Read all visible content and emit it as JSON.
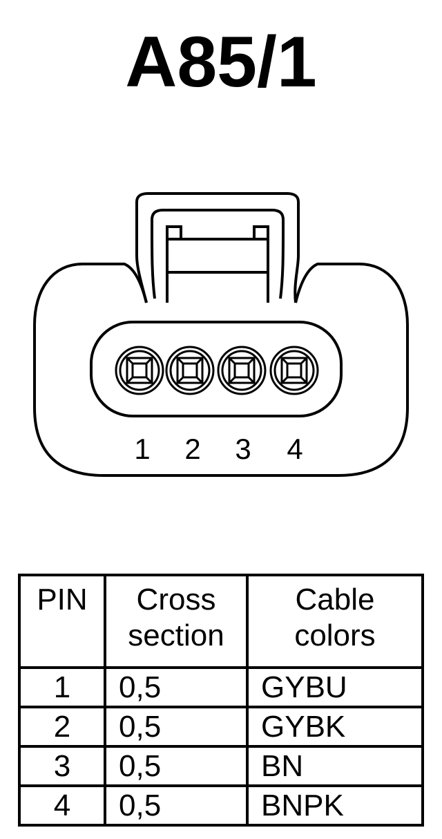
{
  "title": "A85/1",
  "connector": {
    "pin_labels": [
      "1",
      "2",
      "3",
      "4"
    ]
  },
  "table": {
    "headers": {
      "pin": "PIN",
      "cross_line1": "Cross",
      "cross_line2": "section",
      "colors_line1": "Cable",
      "colors_line2": "colors"
    },
    "rows": [
      {
        "pin": "1",
        "cross": "0,5",
        "color": "GYBU"
      },
      {
        "pin": "2",
        "cross": "0,5",
        "color": "GYBK"
      },
      {
        "pin": "3",
        "cross": "0,5",
        "color": "BN"
      },
      {
        "pin": "4",
        "cross": "0,5",
        "color": "BNPK"
      }
    ]
  }
}
